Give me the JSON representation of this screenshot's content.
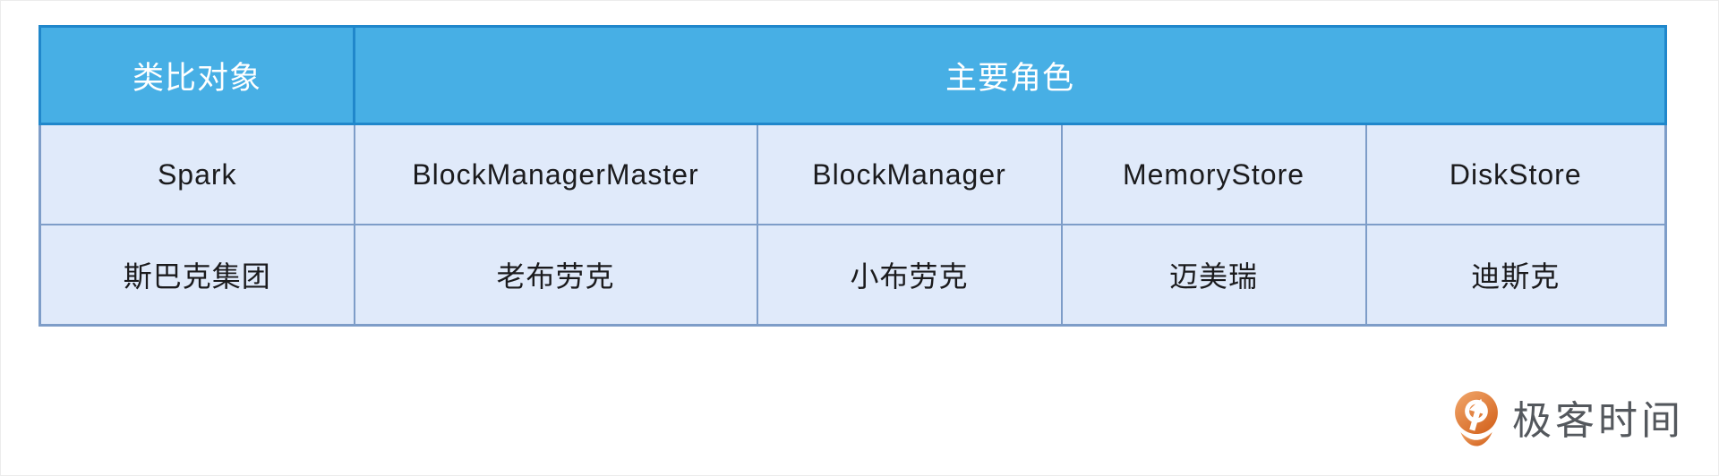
{
  "chart_data": {
    "type": "table",
    "header": {
      "analogy_object": "类比对象",
      "main_roles": "主要角色"
    },
    "rows": [
      [
        "Spark",
        "BlockManagerMaster",
        "BlockManager",
        "MemoryStore",
        "DiskStore"
      ],
      [
        "斯巴克集团",
        "老布劳克",
        "小布劳克",
        "迈美瑞",
        "迪斯克"
      ]
    ],
    "layout": {
      "header_spans_columns": "2-5",
      "column_count": 5,
      "grid": "on"
    }
  },
  "logo": {
    "brand": "极客时间",
    "icon": "geektime-pin-icon"
  },
  "colors": {
    "header_bg": "#47AFE5",
    "header_border": "#2087CB",
    "cell_bg": "#E0EAFA",
    "cell_border": "#7E9DC8",
    "header_text": "#FFFFFF",
    "cell_text": "#1B1B1D",
    "logo_orange_light": "#F1A76B",
    "logo_orange_dark": "#D4641F",
    "logo_text": "#54585D"
  }
}
